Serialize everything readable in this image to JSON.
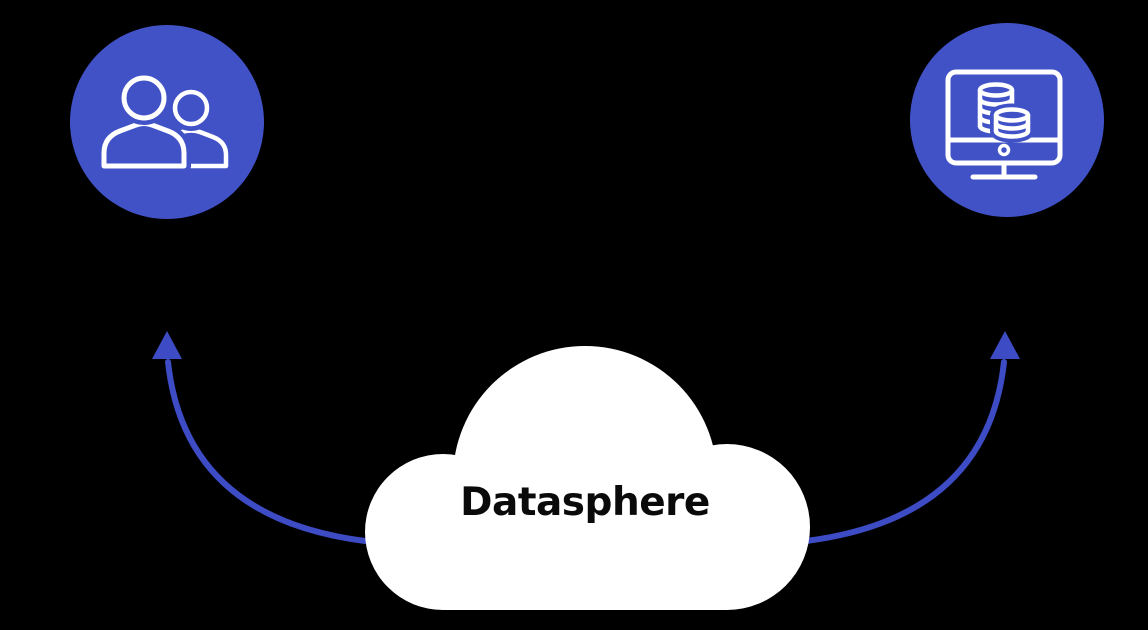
{
  "diagram": {
    "cloud": {
      "label": "Datasphere",
      "shape": "cloud"
    },
    "nodes": [
      {
        "id": "users-badge",
        "icon": "users-icon",
        "position": "top-left"
      },
      {
        "id": "monitor-coins-badge",
        "icon": "monitor-coins-icon",
        "position": "top-right"
      }
    ],
    "arrows": [
      {
        "id": "arrow-left",
        "from": "cloud",
        "to": "users-badge",
        "style": "curved-up"
      },
      {
        "id": "arrow-right",
        "from": "cloud",
        "to": "monitor-coins-badge",
        "style": "curved-up"
      }
    ]
  },
  "colors": {
    "background": "#000000",
    "badge_blue": "#4152C7",
    "arrow_blue": "#3D4CC4",
    "cloud_white": "#FFFFFF",
    "label_black": "#0A0A0A"
  }
}
